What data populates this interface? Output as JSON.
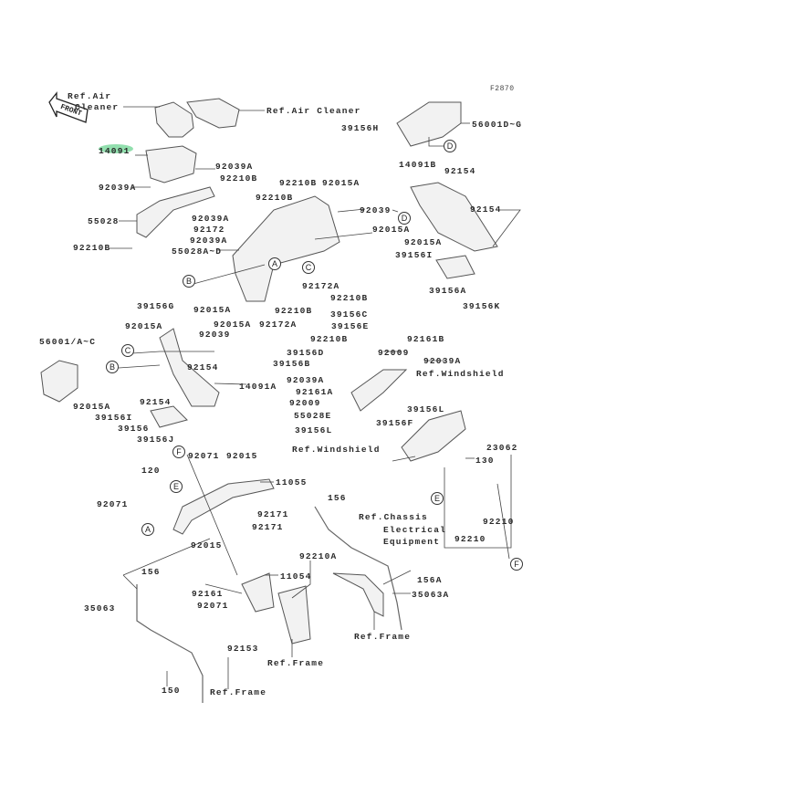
{
  "figure_code": "F2870",
  "front_arrow": "FRONT",
  "highlight_color": "#7fd9a0",
  "labels": [
    "Ref.Air",
    "Cleaner",
    "Ref.Air Cleaner",
    "39156H",
    "56001D~G",
    "14091",
    "92039A",
    "92210B",
    "92039A",
    "92210B",
    "92210B",
    "92015A",
    "14091B",
    "92154",
    "92039",
    "92154",
    "55028",
    "92039A",
    "92172",
    "92039A",
    "92210B",
    "55028A~D",
    "92015A",
    "92015A",
    "39156I",
    "92172A",
    "92210B",
    "39156A",
    "39156K",
    "39156G",
    "92015A",
    "92210B",
    "92015A",
    "92172A",
    "39156C",
    "39156E",
    "92210B",
    "92161B",
    "92015A",
    "92039",
    "56001/A~C",
    "39156D",
    "92009",
    "39156B",
    "92039A",
    "Ref.Windshield",
    "92154",
    "92039A",
    "14091A",
    "92161A",
    "92009",
    "92015A",
    "92154",
    "39156L",
    "55028E",
    "39156I",
    "39156",
    "39156J",
    "39156F",
    "39156L",
    "Ref.Windshield",
    "23062",
    "130",
    "92071",
    "92015",
    "120",
    "11055",
    "156",
    "92071",
    "92171",
    "92171",
    "Ref.Chassis",
    "Electrical",
    "Equipment",
    "92210",
    "92015",
    "92210",
    "92210A",
    "156",
    "156A",
    "11054",
    "92161",
    "92071",
    "35063",
    "35063A",
    "92153",
    "Ref.Frame",
    "Ref.Frame",
    "150",
    "Ref.Frame"
  ],
  "callouts": [
    "A",
    "C",
    "B",
    "D",
    "D",
    "C",
    "B",
    "F",
    "E",
    "E",
    "A",
    "F"
  ]
}
